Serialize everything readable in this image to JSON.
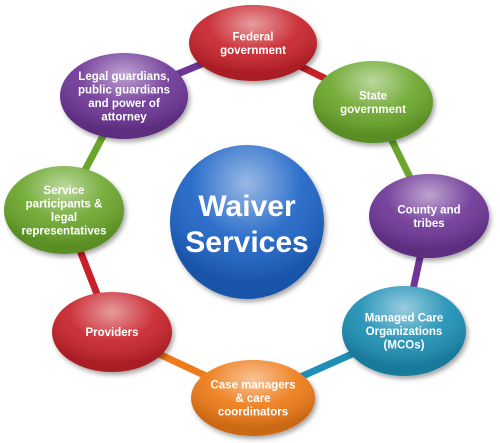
{
  "center": {
    "lines": [
      "Waiver",
      "Services"
    ],
    "color": "#1f63c6"
  },
  "nodes": [
    {
      "id": "federal-government",
      "lines": [
        "Federal",
        "government"
      ],
      "color": "#c8202a"
    },
    {
      "id": "state-government",
      "lines": [
        "State",
        "government"
      ],
      "color": "#6aa62c"
    },
    {
      "id": "county-and-tribes",
      "lines": [
        "County and",
        "tribes"
      ],
      "color": "#6d3596"
    },
    {
      "id": "managed-care-organizations",
      "lines": [
        "Managed Care",
        "Organizations",
        "(MCOs)"
      ],
      "color": "#1f8fb5"
    },
    {
      "id": "case-managers",
      "lines": [
        "Case managers",
        "& care",
        "coordinators"
      ],
      "color": "#ee7a18"
    },
    {
      "id": "providers",
      "lines": [
        "Providers"
      ],
      "color": "#c8202a"
    },
    {
      "id": "service-participants",
      "lines": [
        "Service",
        "participants &",
        "legal",
        "representatives"
      ],
      "color": "#6aa62c"
    },
    {
      "id": "legal-guardians",
      "lines": [
        "Legal guardians,",
        "public guardians",
        "and power of",
        "attorney"
      ],
      "color": "#6d3596"
    }
  ]
}
